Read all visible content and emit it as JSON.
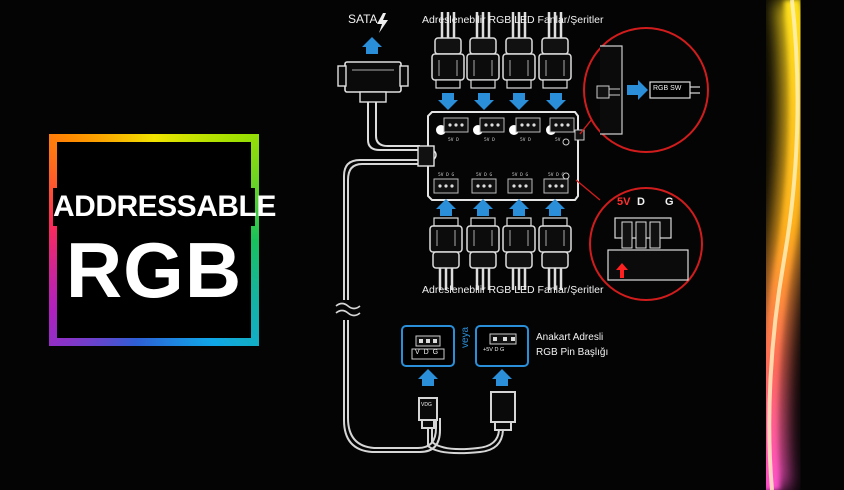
{
  "logo": {
    "line1": "ADDRESSABLE",
    "line2": "RGB"
  },
  "labels": {
    "sata": "SATA",
    "top_title": "Adreslenebilir RGB LED  Fanlar/Şeritler",
    "bottom_title": "Adreslenebilir RGB LED  Fanlar/Şeritler",
    "motherboard_line1": "Anakart Adresli",
    "motherboard_line2": "RGB Pin Başlığı",
    "or": "veya",
    "rgb_sw": "RGB SW",
    "zoom_5v": "5V",
    "zoom_d": "D",
    "zoom_g": "G",
    "header_left_pins": "V D G",
    "header_right_pins": "+5V  D     G",
    "plug_label": "VDG"
  },
  "colors": {
    "arrow": "#2a8ed8",
    "zoom_ring": "#d01c1c",
    "five_v": "#ff3030",
    "line": "#d6d6d6"
  }
}
